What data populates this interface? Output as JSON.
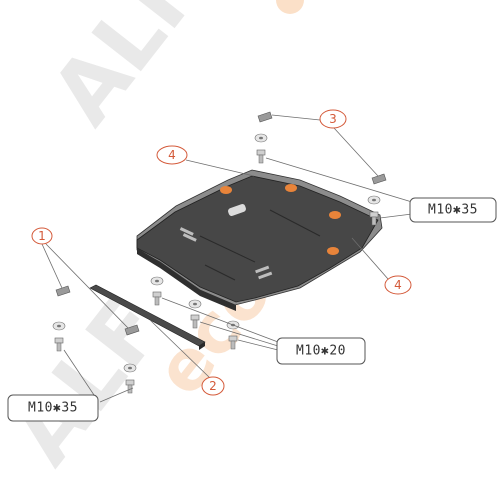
{
  "watermark": {
    "text_letters": "ALF",
    "accent_letters": "eco",
    "accent_color": "#f5a96a"
  },
  "colors": {
    "callout_ring": "#d45a3a",
    "plate_fill": "#454545",
    "plate_top": "#8a8a8a",
    "pad_orange": "#e8843a"
  },
  "callouts": [
    {
      "id": "1",
      "label": "1"
    },
    {
      "id": "2",
      "label": "2"
    },
    {
      "id": "3",
      "label": "3"
    },
    {
      "id": "4a",
      "label": "4"
    },
    {
      "id": "4b",
      "label": "4"
    }
  ],
  "specs": {
    "bolt_right_top": "M10✱35",
    "bolt_center": "M10✱20",
    "bolt_left_bottom": "M10✱35"
  }
}
